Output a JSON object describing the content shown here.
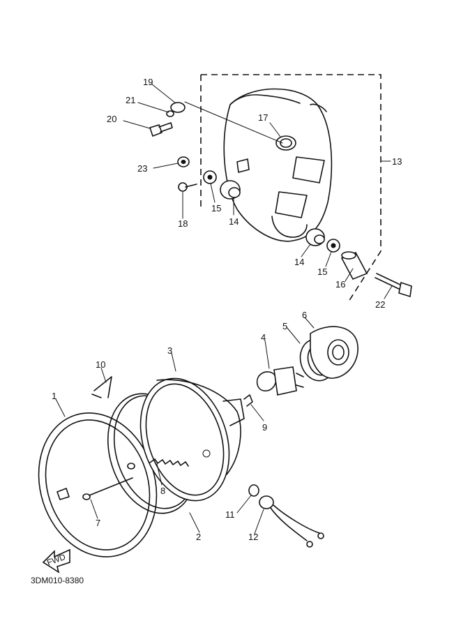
{
  "callouts": {
    "c1": "1",
    "c2": "2",
    "c3": "3",
    "c4": "4",
    "c5": "5",
    "c6": "6",
    "c7": "7",
    "c8": "8",
    "c9": "9",
    "c10": "10",
    "c11": "11",
    "c12": "12",
    "c13": "13",
    "c14a": "14",
    "c14b": "14",
    "c15a": "15",
    "c15b": "15",
    "c16": "16",
    "c17": "17",
    "c18": "18",
    "c19": "19",
    "c20": "20",
    "c21": "21",
    "c22": "22",
    "c23": "23"
  },
  "fwd_label": "FWD",
  "diagram_code": "3DM010-8380"
}
